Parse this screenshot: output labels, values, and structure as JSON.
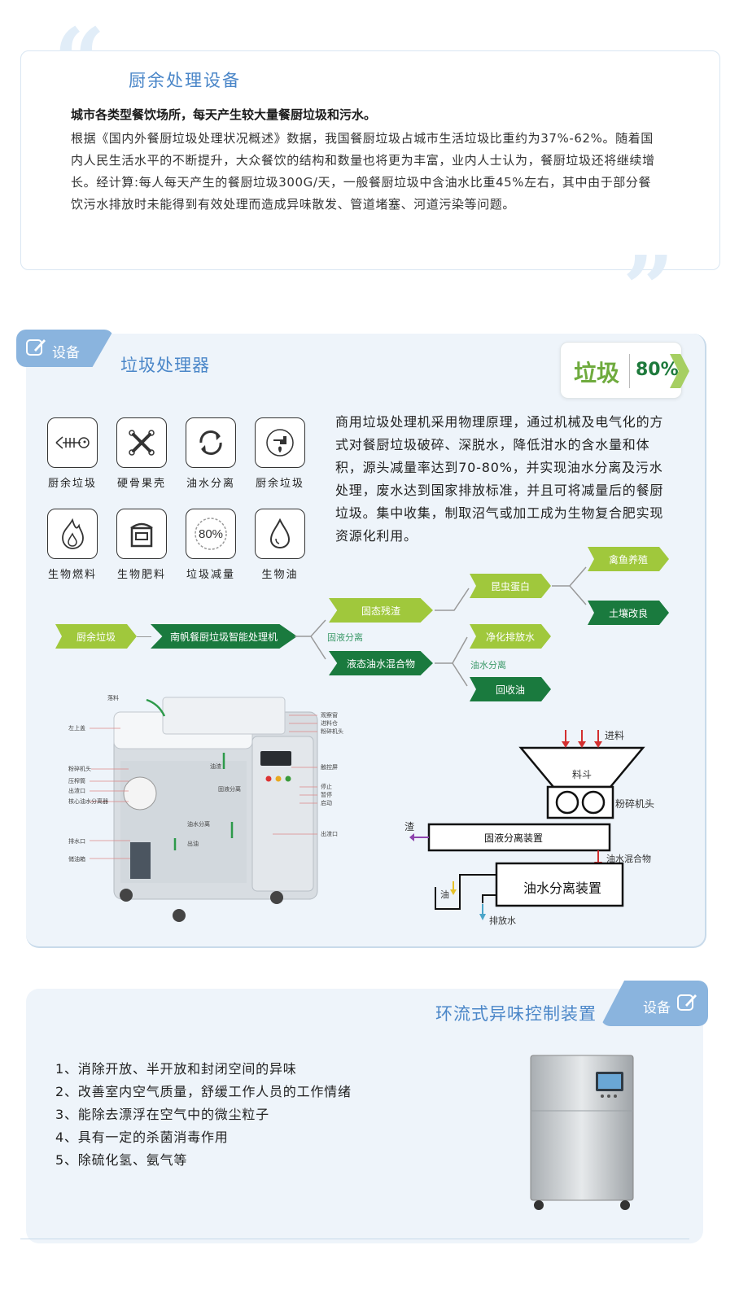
{
  "section1": {
    "title": "厨余处理设备",
    "lead": "城市各类型餐饮场所，每天产生较大量餐厨垃圾和污水。",
    "body": "根据《国内外餐厨垃圾处理状况概述》数据，我国餐厨垃圾占城市生活垃圾比重约为37%-62%。随着国内人民生活水平的不断提升，大众餐饮的结构和数量也将更为丰富，业内人士认为，餐厨垃圾还将继续增长。经计算:每人每天产生的餐厨垃圾300G/天，一般餐厨垃圾中含油水比重45%左右，其中由于部分餐饮污水排放时未能得到有效处理而造成异味散发、管道堵塞、河道污染等问题。"
  },
  "section2": {
    "tag": "设备",
    "title": "垃圾处理器",
    "badge": {
      "word": "垃圾",
      "value": "80%"
    },
    "icons": [
      {
        "label": "厨余垃圾",
        "icon": "fish-bone-icon"
      },
      {
        "label": "硬骨果壳",
        "icon": "crossed-bones-icon"
      },
      {
        "label": "油水分离",
        "icon": "recycle-arrows-icon"
      },
      {
        "label": "厨余垃圾",
        "icon": "tap-drop-icon"
      },
      {
        "label": "生物燃料",
        "icon": "flame-icon"
      },
      {
        "label": "生物肥料",
        "icon": "fertilizer-bin-icon"
      },
      {
        "label": "垃圾减量",
        "icon": "percent-circle-icon",
        "text": "80%"
      },
      {
        "label": "生物油",
        "icon": "oil-drop-icon"
      }
    ],
    "description": "商用垃圾处理机采用物理原理，通过机械及电气化的方式对餐厨垃圾破碎、深脱水，降低泔水的含水量和体积，源头减量率达到70-80%，并实现油水分离及污水处理，废水达到国家排放标准，并且可将减量后的餐厨垃圾。集中收集，制取沼气或加工成为生物复合肥实现资源化利用。",
    "flow": {
      "input": "厨余垃圾",
      "machine": "南帆餐厨垃圾智能处理机",
      "split_label": "固液分离",
      "solid": "固态残渣",
      "liquid": "液态油水混合物",
      "insect": "昆虫蛋白",
      "poultry": "禽鱼养殖",
      "soil": "土壤改良",
      "clean_water": "净化排放水",
      "oil_split_label": "油水分离",
      "recycled_oil": "回收油"
    },
    "machine_labels": {
      "left": [
        "落料",
        "左上盖",
        "粉碎机头",
        "压榨筒",
        "出渣口",
        "核心油水分离器",
        "排水口",
        "储油箱"
      ],
      "right": [
        "观察窗",
        "进料仓",
        "粉碎机头",
        "触控屏",
        "停止",
        "暂停",
        "启动",
        "出渣口"
      ],
      "inner": [
        "油渣",
        "固液分离",
        "油水分离",
        "出油"
      ]
    },
    "diagram_labels": {
      "in": "进料",
      "hopper": "料斗",
      "crusher": "粉碎机头",
      "residue": "渣",
      "solid_liquid": "固液分离装置",
      "mixture": "油水混合物",
      "oil_water": "油水分离装置",
      "oil": "油",
      "drain": "排放水"
    }
  },
  "section3": {
    "tag": "设备",
    "title": "环流式异味控制装置",
    "items": [
      "1、消除开放、半开放和封闭空间的异味",
      "2、改善室内空气质量，舒缓工作人员的工作情绪",
      "3、能除去漂浮在空气中的微尘粒子",
      "4、具有一定的杀菌消毒作用",
      "5、除硫化氢、氨气等"
    ]
  },
  "colors": {
    "title_blue": "#4a86c8",
    "light_green": "#a0c83c",
    "dark_green": "#1a7a3e",
    "panel": "#eef4fa"
  }
}
